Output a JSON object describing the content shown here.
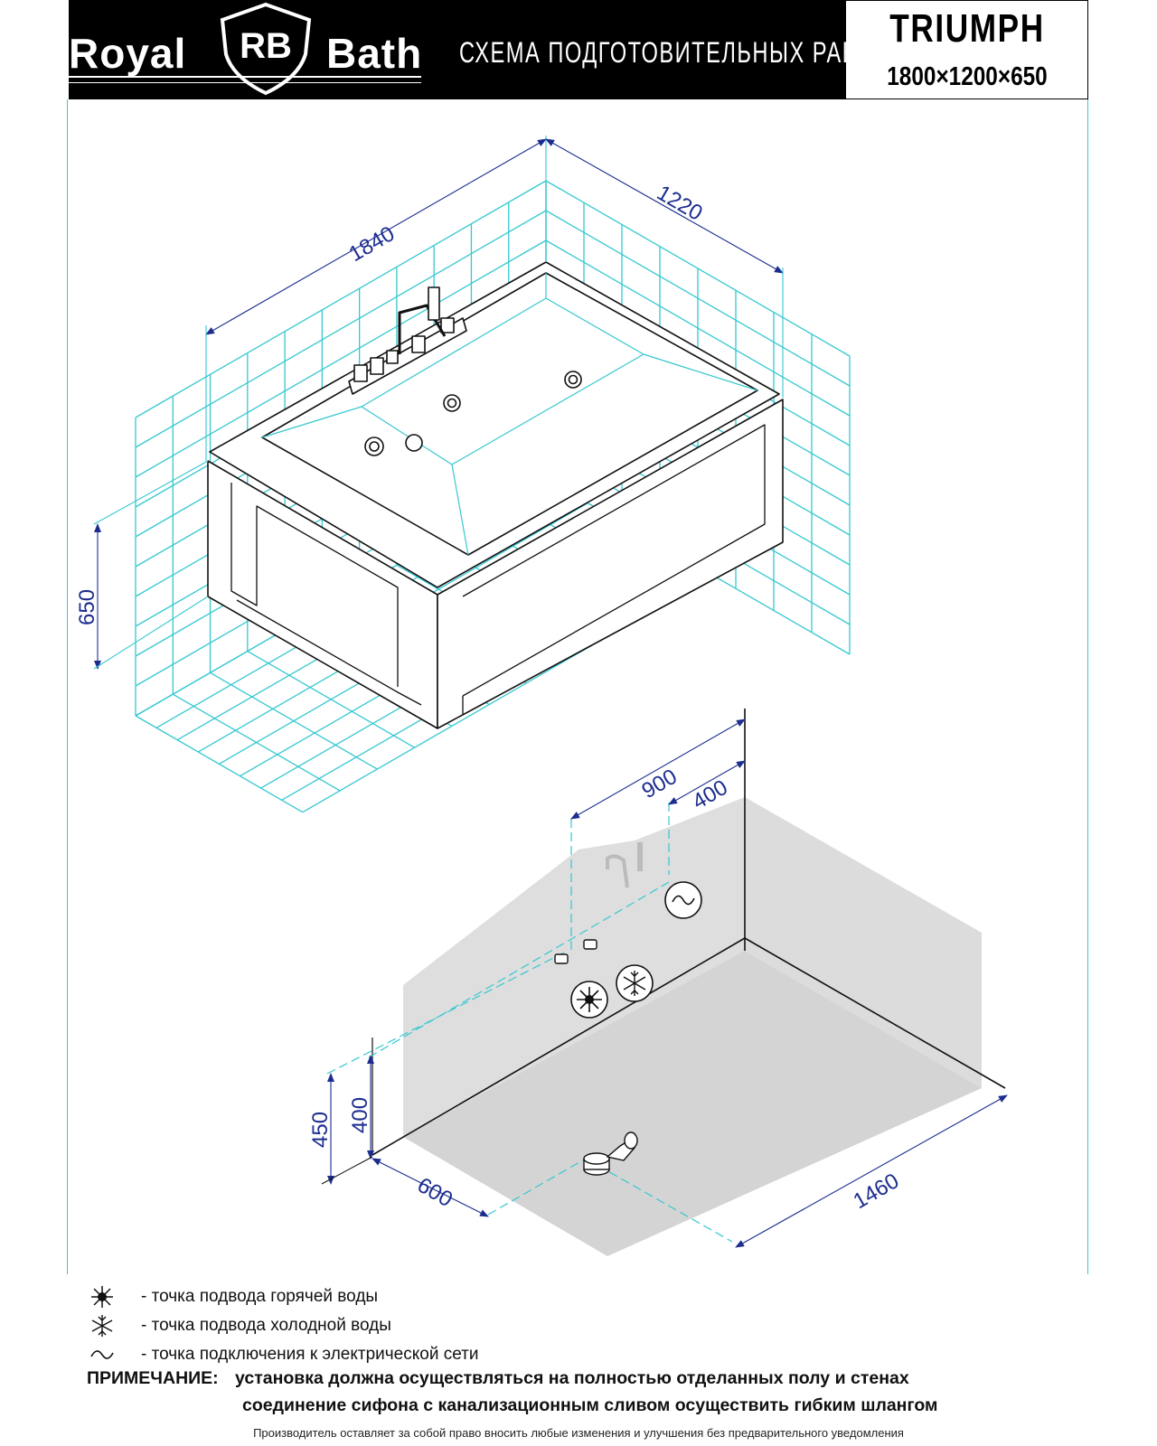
{
  "header": {
    "brand_left": "Royal",
    "brand_monogram": "RB",
    "brand_right": "Bath",
    "title": "СХЕМА ПОДГОТОВИТЕЛЬНЫХ РАБОТ",
    "model_name": "TRIUMPH",
    "model_dimensions": "1800×1200×650"
  },
  "colors": {
    "header_bg": "#000000",
    "wall_tile_lines": "#36c8d0",
    "dimension_lines": "#1c2d8f",
    "floor_zone": "#d9d9d9",
    "outline": "#111111"
  },
  "bath_dimensions": {
    "length": "1840",
    "width": "1220",
    "height": "650"
  },
  "preparation_dimensions": {
    "electric_to_corner": "900",
    "water_to_corner": "400",
    "water_height": "450",
    "electric_height": "400",
    "drain_from_wall": "600",
    "drain_along_wall": "1460"
  },
  "legend": [
    {
      "icon": "hot-water-icon",
      "text": "- точка подвода горячей воды"
    },
    {
      "icon": "cold-water-icon",
      "text": "- точка подвода холодной воды"
    },
    {
      "icon": "electric-icon",
      "text": "- точка подключения к электрической сети"
    }
  ],
  "note": {
    "label": "ПРИМЕЧАНИЕ:",
    "line1": "установка должна осуществляться на полностью отделанных полу и стенах",
    "line2": "соединение сифона с канализационным сливом осуществить гибким шлангом"
  },
  "footer": "Производитель оставляет за собой право вносить любые изменения и улучшения без предварительного уведомления"
}
